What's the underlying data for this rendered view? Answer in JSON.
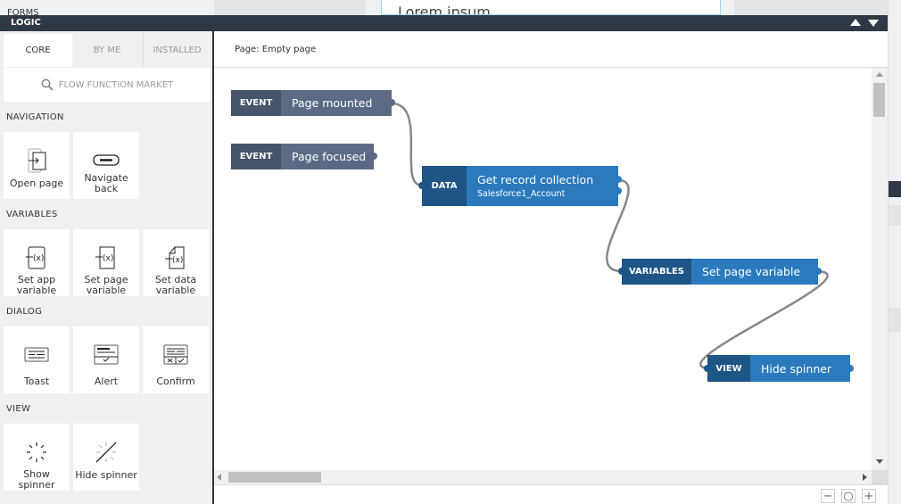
{
  "background": {
    "forms_label": "FORMS",
    "lorem": "Lorem ipsum"
  },
  "panel": {
    "title": "LOGIC"
  },
  "sidebar": {
    "tabs": [
      {
        "label": "CORE",
        "active": true
      },
      {
        "label": "BY ME"
      },
      {
        "label": "INSTALLED"
      }
    ],
    "market_label": "FLOW FUNCTION MARKET",
    "sections": [
      {
        "title": "NAVIGATION",
        "items": [
          {
            "label": "Open page",
            "icon": "open-page-icon"
          },
          {
            "label": "Navigate back",
            "icon": "navigate-back-icon"
          }
        ]
      },
      {
        "title": "VARIABLES",
        "items": [
          {
            "label": "Set app variable",
            "icon": "set-app-variable-icon"
          },
          {
            "label": "Set page variable",
            "icon": "set-page-variable-icon"
          },
          {
            "label": "Set data variable",
            "icon": "set-data-variable-icon"
          }
        ]
      },
      {
        "title": "DIALOG",
        "items": [
          {
            "label": "Toast",
            "icon": "toast-icon"
          },
          {
            "label": "Alert",
            "icon": "alert-icon"
          },
          {
            "label": "Confirm",
            "icon": "confirm-icon"
          }
        ]
      },
      {
        "title": "VIEW",
        "items": [
          {
            "label": "Show spinner",
            "icon": "show-spinner-icon"
          },
          {
            "label": "Hide spinner",
            "icon": "hide-spinner-icon"
          }
        ]
      }
    ]
  },
  "main": {
    "page_label": "Page: Empty page"
  },
  "flow": {
    "colors": {
      "event_label": "#47556b",
      "event_body": "#5b6b86",
      "action_label": "#1d5587",
      "action_body": "#2a7abd",
      "wire": "#888888"
    },
    "nodes": [
      {
        "type": "EVENT",
        "title": "Page mounted"
      },
      {
        "type": "EVENT",
        "title": "Page focused"
      },
      {
        "type": "DATA",
        "title": "Get record collection",
        "subtitle": "Salesforce1_Account"
      },
      {
        "type": "VARIABLES",
        "title": "Set page variable"
      },
      {
        "type": "VIEW",
        "title": "Hide spinner"
      }
    ]
  },
  "zoom_controls": {
    "minus": "−",
    "reset": "○",
    "plus": "+"
  }
}
